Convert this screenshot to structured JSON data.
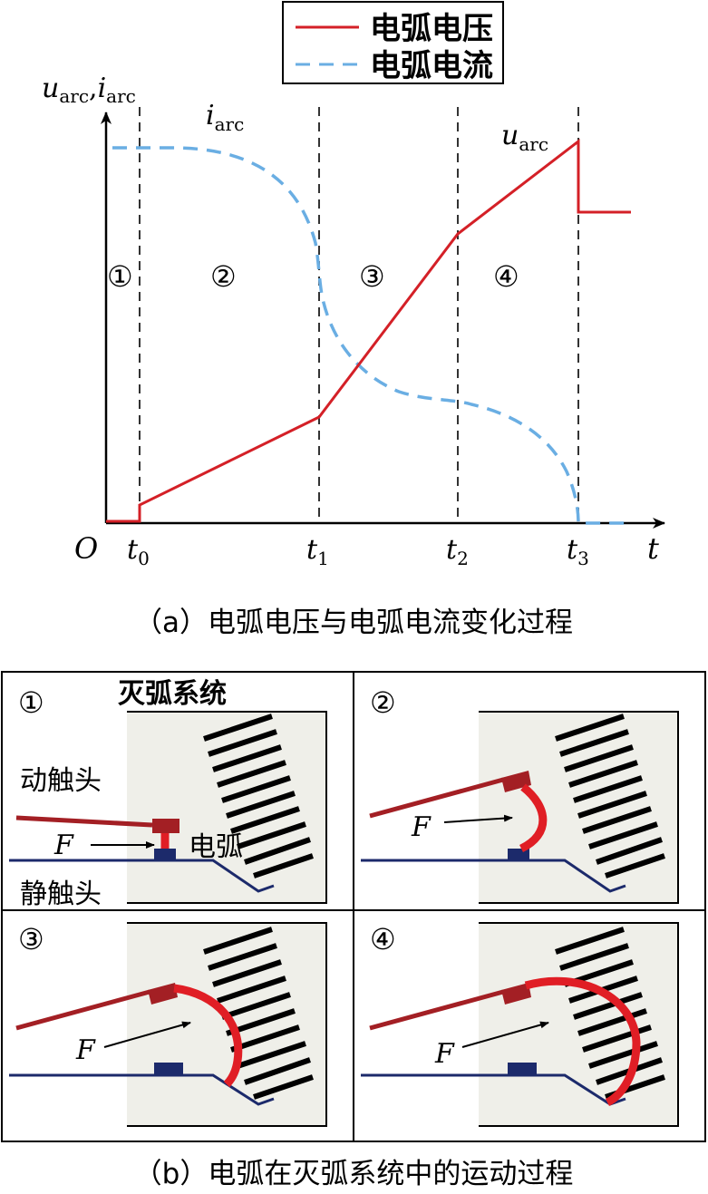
{
  "legend": {
    "voltage_label": "电弧电压",
    "current_label": "电弧电流"
  },
  "colors": {
    "voltage": "#d42027",
    "current": "#6aaee3",
    "contact_moving": "#a31f24",
    "contact_static": "#1c2a6b",
    "arc": "#e01e25",
    "chamber": "#efefe9"
  },
  "chart": {
    "y_axis_label": {
      "var1": "u",
      "sub1": "arc",
      "sep": ",",
      "var2": "i",
      "sub2": "arc"
    },
    "x_axis_label": "t",
    "origin_label": "O",
    "current_curve_label": {
      "var": "i",
      "sub": "arc"
    },
    "voltage_curve_label": {
      "var": "u",
      "sub": "arc"
    },
    "time_ticks": [
      {
        "var": "t",
        "sub": "0"
      },
      {
        "var": "t",
        "sub": "1"
      },
      {
        "var": "t",
        "sub": "2"
      },
      {
        "var": "t",
        "sub": "3"
      }
    ],
    "stages": [
      "①",
      "②",
      "③",
      "④"
    ]
  },
  "caption_a": "（a）电弧电压与电弧电流变化过程",
  "panels": {
    "p1": {
      "stage": "①",
      "title": "灭弧系统",
      "moving_contact_label": "动触头",
      "static_contact_label": "静触头",
      "arc_label": "电弧",
      "force_label": "F"
    },
    "p2": {
      "stage": "②",
      "force_label": "F"
    },
    "p3": {
      "stage": "③",
      "force_label": "F"
    },
    "p4": {
      "stage": "④",
      "force_label": "F"
    }
  },
  "caption_b": "（b）电弧在灭弧系统中的运动过程"
}
